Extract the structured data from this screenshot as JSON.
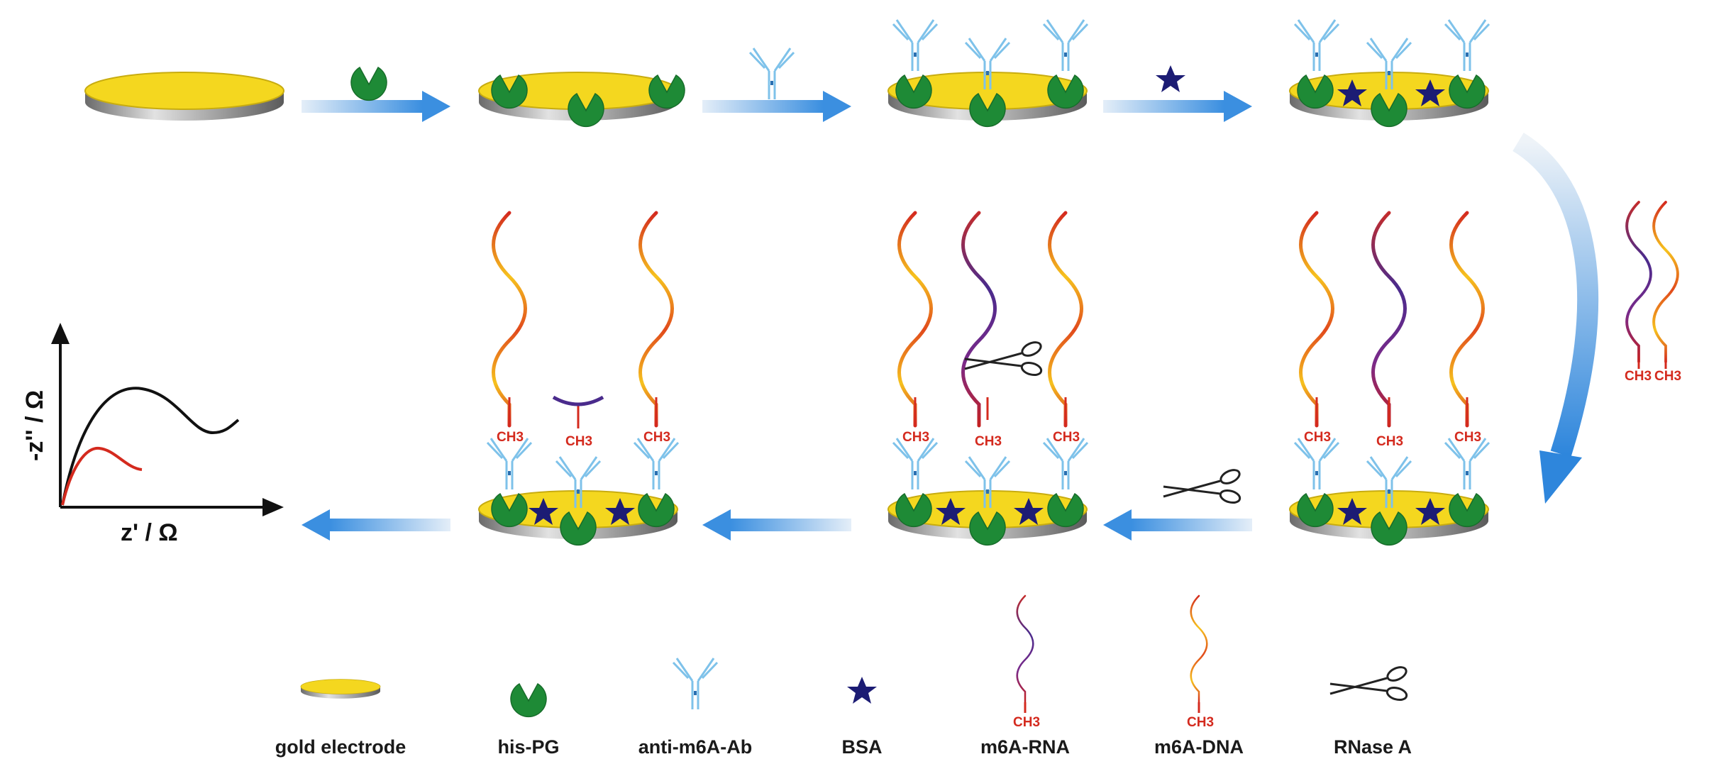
{
  "colors": {
    "gold_top": "#f4d71f",
    "gold_edge": "#c8ac10",
    "steel": "#8e8e8e",
    "his_pg": "#1e8a36",
    "antibody": "#7ec2ea",
    "bsa": "#1c1c74",
    "rna": "#5a2a8a",
    "dna": "#f2c22a",
    "ch3": "#d42a1e",
    "arrow": "#3b8fe0",
    "curve_black": "#111111",
    "curve_red": "#d42a1e"
  },
  "methyl_label": "CH3",
  "plot": {
    "ylabel": "-z'' / Ω",
    "xlabel": "z' / Ω"
  },
  "legend": [
    {
      "label": "gold electrode",
      "icon": "gold-electrode-icon"
    },
    {
      "label": "his-PG",
      "icon": "his-pg-icon"
    },
    {
      "label": "anti-m6A-Ab",
      "icon": "antibody-icon"
    },
    {
      "label": "BSA",
      "icon": "bsa-star-icon"
    },
    {
      "label": "m6A-RNA",
      "icon": "m6a-rna-icon"
    },
    {
      "label": "m6A-DNA",
      "icon": "m6a-dna-icon"
    },
    {
      "label": "RNase A",
      "icon": "scissors-icon"
    }
  ]
}
